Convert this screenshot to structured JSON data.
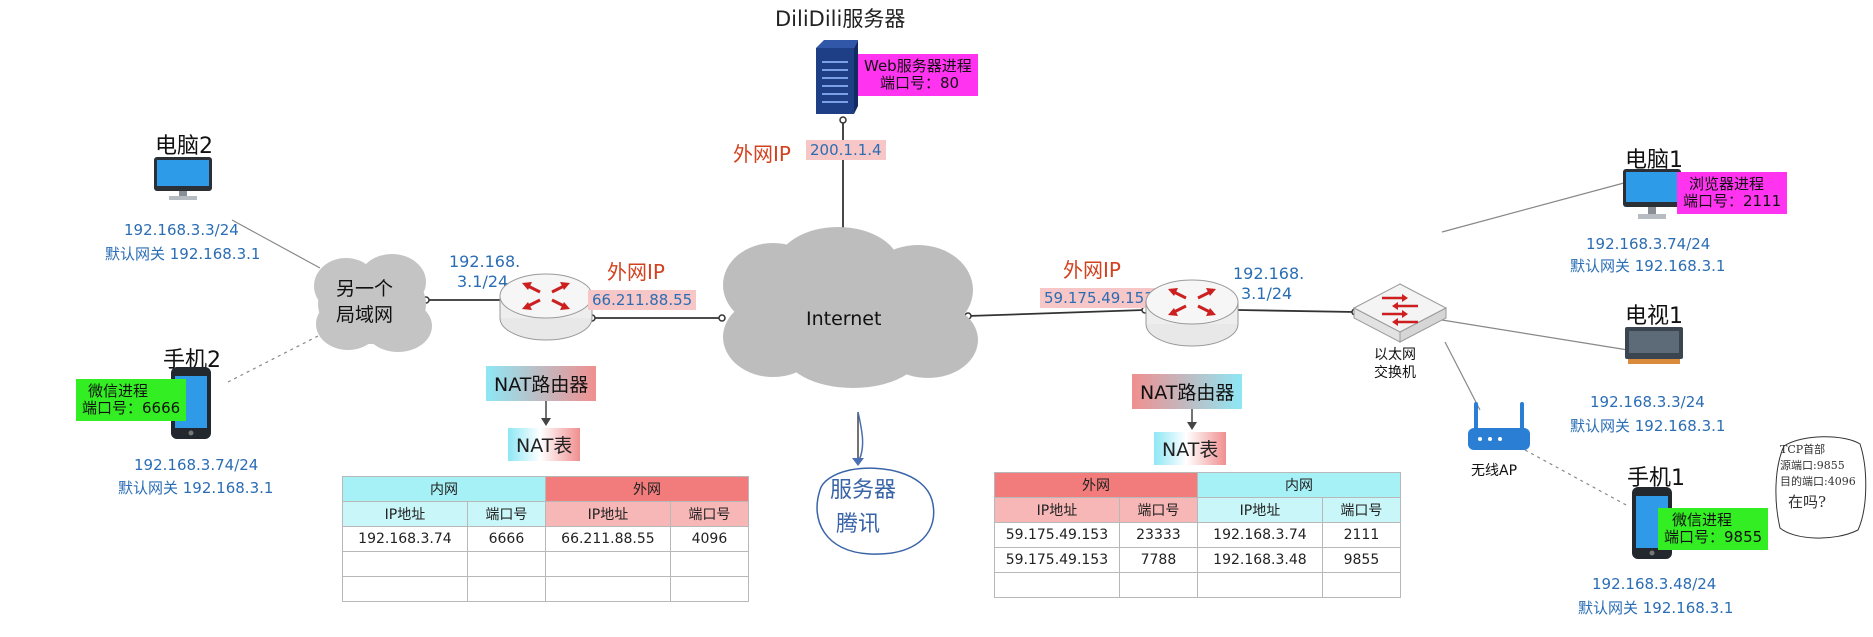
{
  "server": {
    "title": "DiliDili服务器",
    "process": "Web服务器进程",
    "port": "端口号：80",
    "wan_label": "外网IP",
    "wan_ip": "200.1.1.4"
  },
  "internet": {
    "label": "Internet"
  },
  "left_lan": {
    "cloud_label_1": "另一个",
    "cloud_label_2": "局域网"
  },
  "pc2": {
    "title": "电脑2",
    "ip": "192.168.3.3/24",
    "gateway": "默认网关 192.168.3.1"
  },
  "phone2": {
    "title": "手机2",
    "process": "微信进程",
    "port": "端口号：6666",
    "ip": "192.168.3.74/24",
    "gateway": "默认网关 192.168.3.1"
  },
  "left_router": {
    "lan_ip_1": "192.168.",
    "lan_ip_2": "3.1/24",
    "wan_label": "外网IP",
    "wan_ip": "66.211.88.55",
    "nat_label": "NAT路由器",
    "nat_table_label": "NAT表"
  },
  "right_router": {
    "lan_ip_1": "192.168.",
    "lan_ip_2": "3.1/24",
    "wan_label": "外网IP",
    "wan_ip": "59.175.49.153",
    "nat_label": "NAT路由器",
    "nat_table_label": "NAT表"
  },
  "switch": {
    "label_1": "以太网",
    "label_2": "交换机"
  },
  "ap": {
    "label": "无线AP"
  },
  "pc1": {
    "title": "电脑1",
    "process": "浏览器进程",
    "port": "端口号：2111",
    "ip": "192.168.3.74/24",
    "gateway": "默认网关 192.168.3.1"
  },
  "tv1": {
    "title": "电视1",
    "ip": "192.168.3.3/24",
    "gateway": "默认网关 192.168.3.1"
  },
  "phone1": {
    "title": "手机1",
    "process": "微信进程",
    "port": "端口号：9855",
    "ip": "192.168.3.48/24",
    "gateway": "默认网关 192.168.3.1"
  },
  "handwriting": {
    "server_note_1": "服务器",
    "server_note_2": "腾讯",
    "bubble_1": "TCP首部",
    "bubble_2": "源端口:9855",
    "bubble_3": "目的端口:4096",
    "bubble_4": "在吗?"
  },
  "nat_table_left": {
    "group_headers": [
      "内网",
      "外网"
    ],
    "col_headers": [
      "IP地址",
      "端口号",
      "IP地址",
      "端口号"
    ],
    "rows": [
      [
        "192.168.3.74",
        "6666",
        "66.211.88.55",
        "4096"
      ],
      [
        "",
        "",
        "",
        ""
      ],
      [
        "",
        "",
        "",
        ""
      ]
    ]
  },
  "nat_table_right": {
    "group_headers": [
      "外网",
      "内网"
    ],
    "col_headers": [
      "IP地址",
      "端口号",
      "IP地址",
      "端口号"
    ],
    "rows": [
      [
        "59.175.49.153",
        "23333",
        "192.168.3.74",
        "2111"
      ],
      [
        "59.175.49.153",
        "7788",
        "192.168.3.48",
        "9855"
      ],
      [
        "",
        "",
        "",
        ""
      ]
    ]
  },
  "colors": {
    "label_blue": "#2a6db4",
    "label_red": "#d2421f",
    "magenta": "#ff33f0",
    "green": "#33ee22",
    "cyan": "#a6f1f6",
    "salmon": "#f27b7b"
  }
}
